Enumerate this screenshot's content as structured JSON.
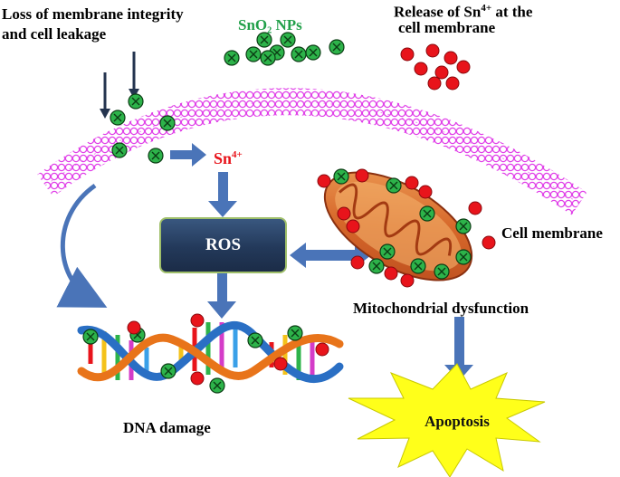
{
  "labels": {
    "membrane_loss_line1": "Loss of membrane integrity",
    "membrane_loss_line2": "and cell leakage",
    "sno_nps": "SnO₂ NPs",
    "release_line1_pre": "Release of Sn",
    "release_line1_sup": "4+",
    "release_line1_post": " at the",
    "release_line2": "cell membrane",
    "sn_ion": "Sn",
    "sn_ion_sup": "4+",
    "ros": "ROS",
    "cell_membrane": "Cell membrane",
    "mito_dysfunction": "Mitochondrial dysfunction",
    "dna_damage": "DNA damage",
    "apoptosis": "Apoptosis"
  },
  "colors": {
    "membrane": "#e040e8",
    "nanoparticle": "#2db34a",
    "sn_ion": "#e8141b",
    "arrow": "#4a74b8",
    "ros_box": "#23395a",
    "apoptosis_burst": "#ffff1a"
  }
}
